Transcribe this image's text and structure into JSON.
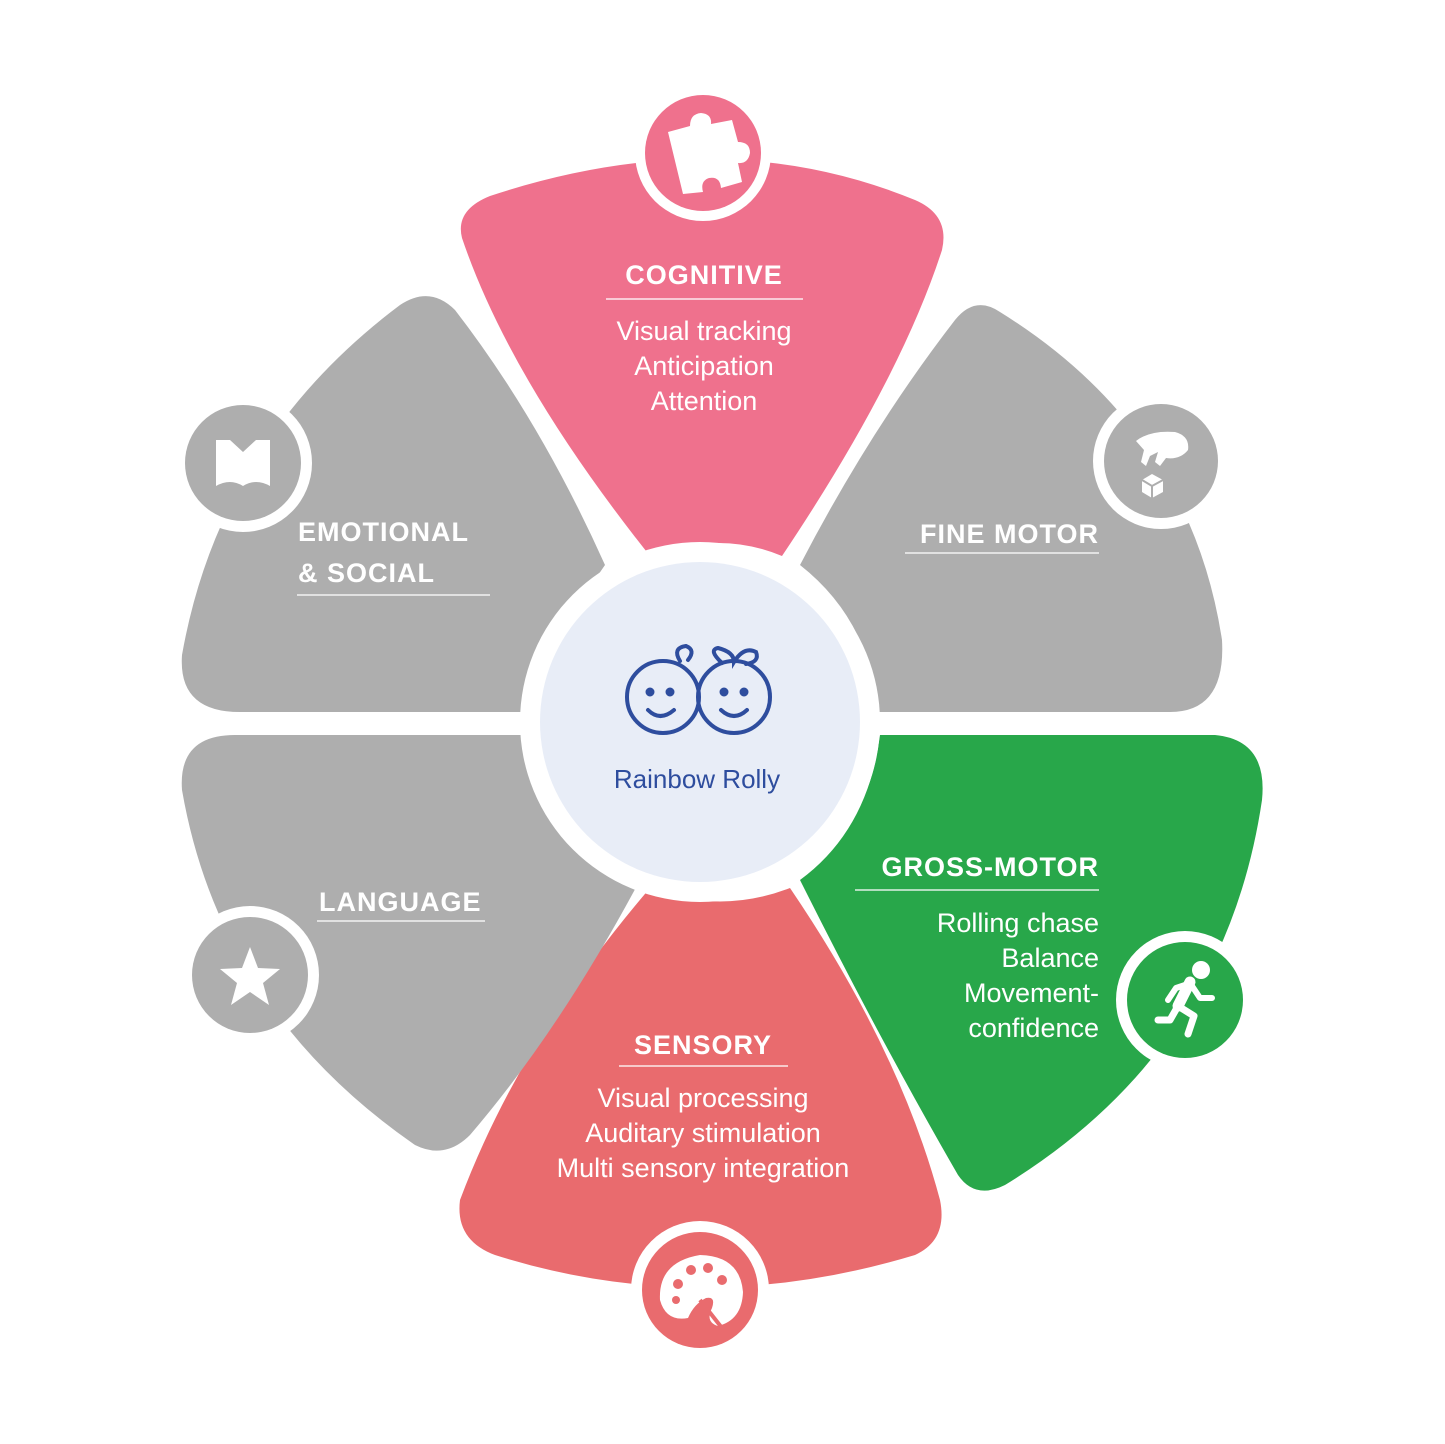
{
  "center": {
    "label": "Rainbow Rolly"
  },
  "segments": {
    "cognitive": {
      "title": "COGNITIVE",
      "items": [
        "Visual tracking",
        "Anticipation",
        "Attention"
      ],
      "color": "#ef718d",
      "icon": "puzzle-icon"
    },
    "fine_motor": {
      "title": "FINE MOTOR",
      "color": "#aeaeae",
      "icon": "hand-block-icon"
    },
    "gross_motor": {
      "title": "GROSS-MOTOR",
      "items": [
        "Rolling chase",
        "Balance",
        "Movement-",
        "confidence"
      ],
      "color": "#28a74a",
      "icon": "running-person-icon"
    },
    "sensory": {
      "title": "SENSORY",
      "items": [
        "Visual processing",
        "Auditary stimulation",
        "Multi sensory integration"
      ],
      "color": "#e96b6e",
      "icon": "palette-icon"
    },
    "language": {
      "title": "LANGUAGE",
      "color": "#aeaeae",
      "icon": "star-icon"
    },
    "emotional_social": {
      "title_line1": "EMOTIONAL",
      "title_line2": "& SOCIAL",
      "color": "#aeaeae",
      "icon": "book-icon"
    }
  },
  "colors": {
    "center_fill": "#e8edf7",
    "center_ink": "#2e4d9e",
    "background": "#ffffff"
  }
}
